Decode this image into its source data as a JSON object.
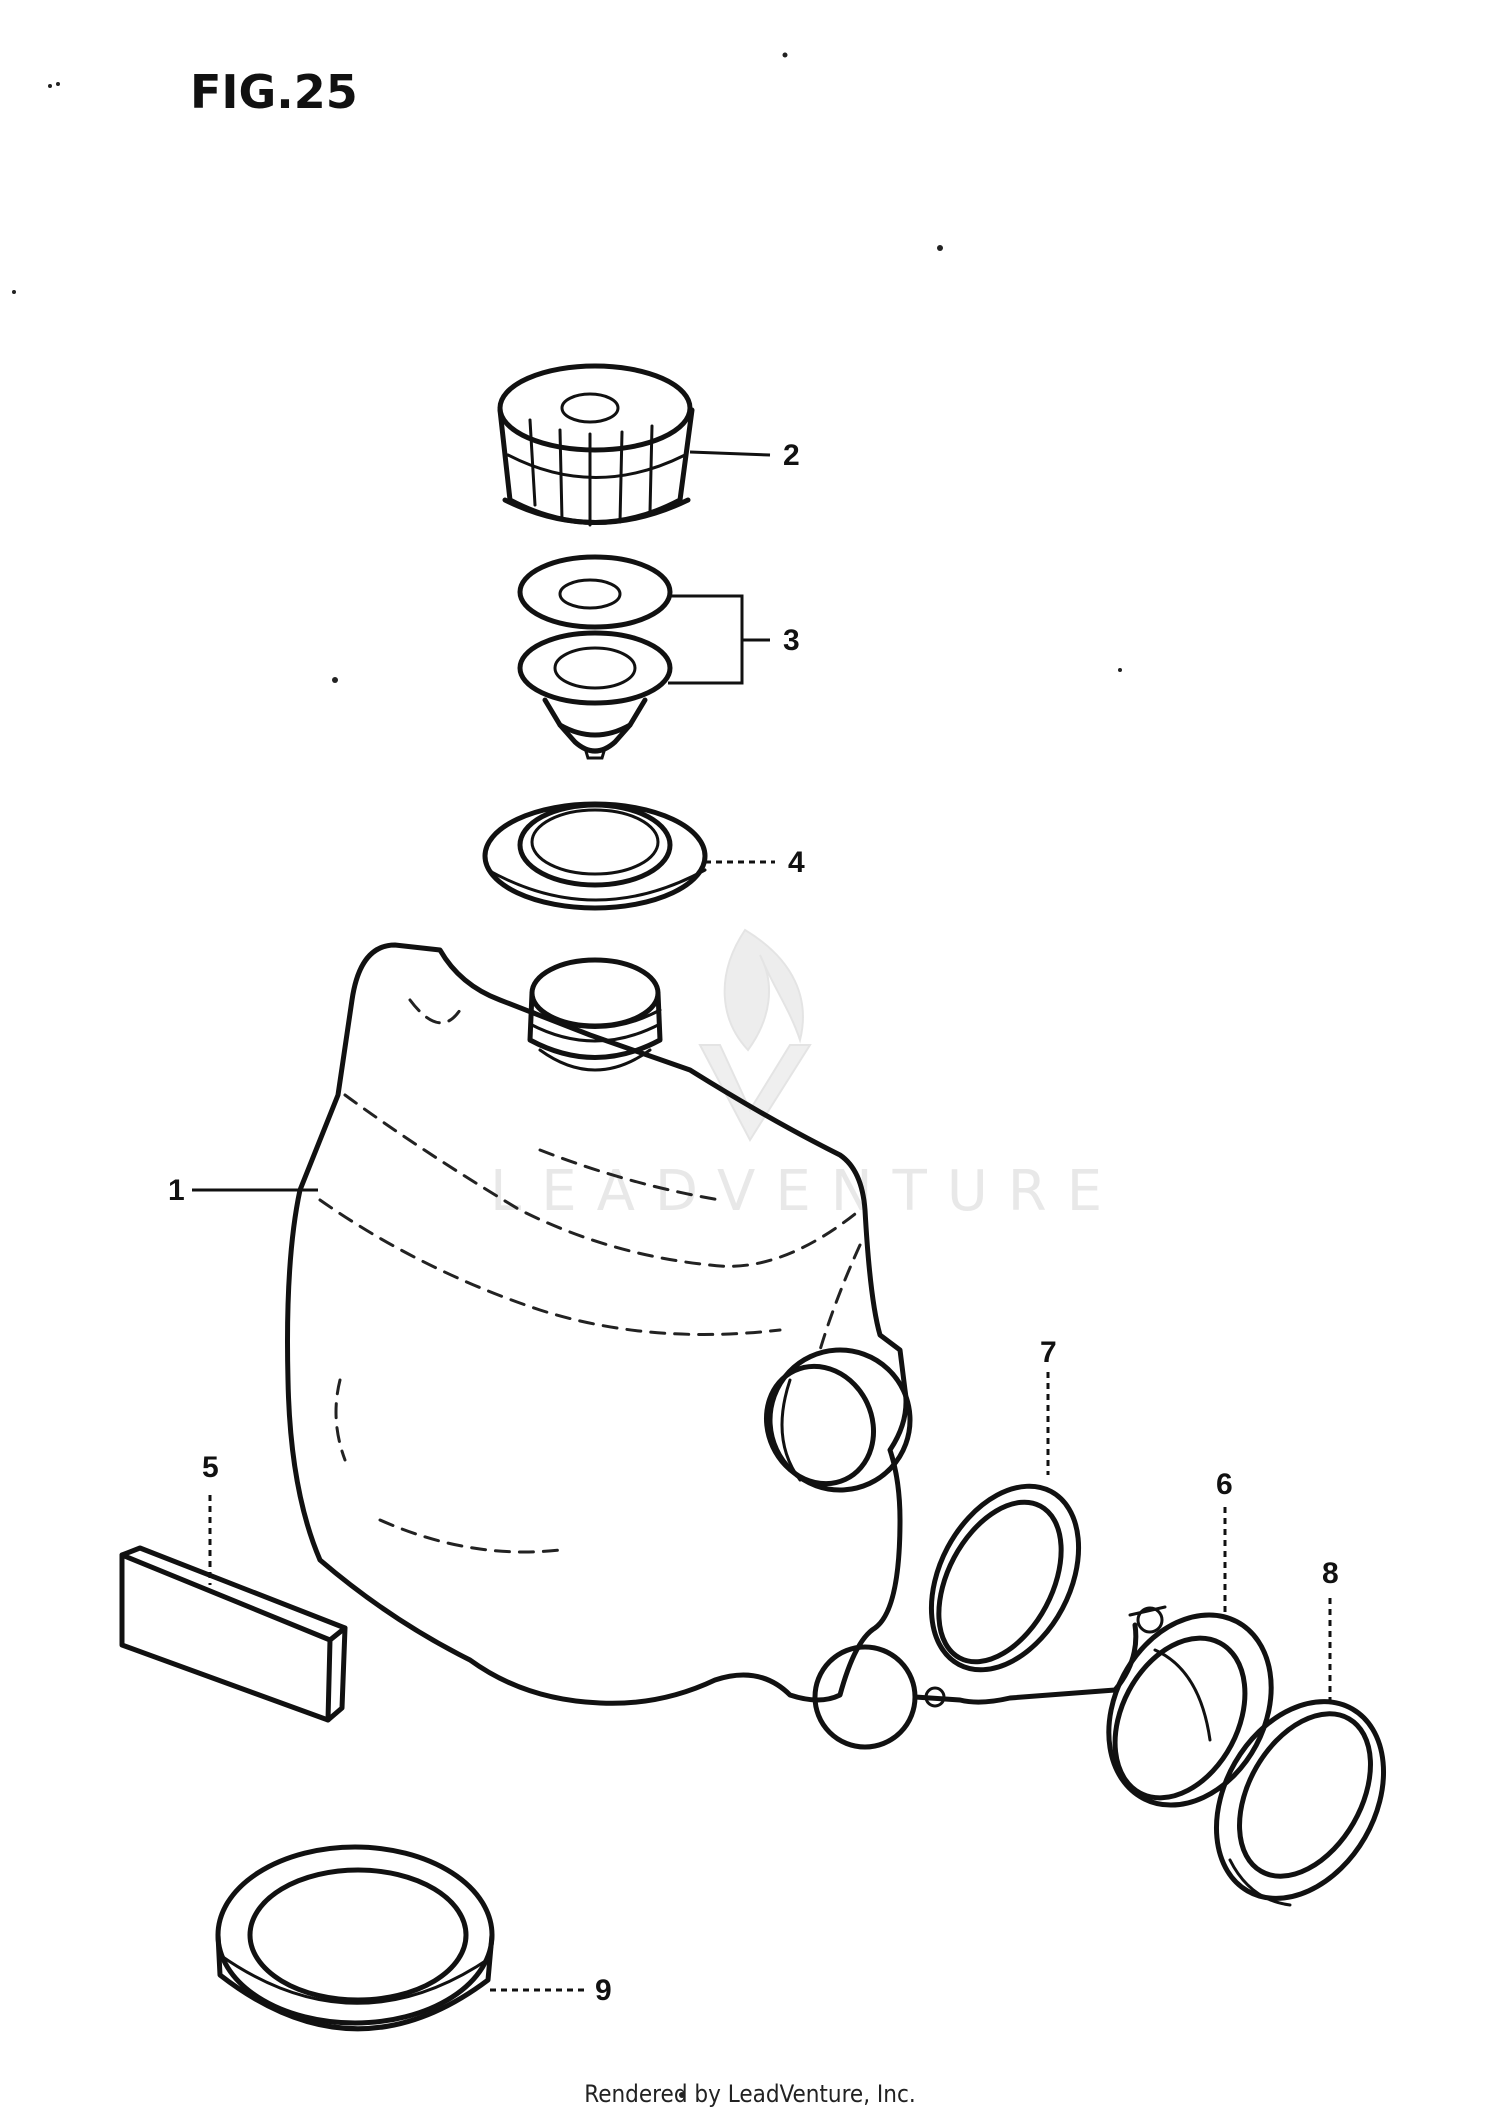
{
  "figure": {
    "title": "FIG.25"
  },
  "callouts": [
    {
      "number": "1"
    },
    {
      "number": "2"
    },
    {
      "number": "3"
    },
    {
      "number": "4"
    },
    {
      "number": "5"
    },
    {
      "number": "6"
    },
    {
      "number": "7"
    },
    {
      "number": "8"
    },
    {
      "number": "9"
    }
  ],
  "watermark": {
    "text": "LEADVENTURE",
    "icon": "flame-logo-icon"
  },
  "footer": {
    "credit": "Rendered by LeadVenture, Inc."
  }
}
